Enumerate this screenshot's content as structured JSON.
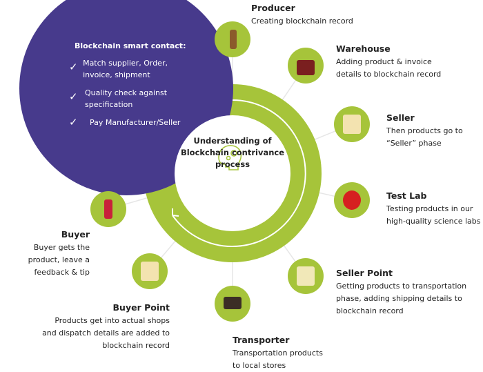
{
  "smart_contract": {
    "title": "Blockchain smart contact:",
    "items": [
      "Match supplier, Order, invoice, shipment",
      "Quality check against specification",
      "Pay Manufacturer/Seller"
    ]
  },
  "center": {
    "title": "Understanding of Blockchain contrivance process",
    "icon": "head-gears-icon"
  },
  "colors": {
    "purple": "#473a8c",
    "green": "#a6c43a"
  },
  "steps": [
    {
      "title": "Producer",
      "desc": "Creating blockchain record"
    },
    {
      "title": "Warehouse",
      "desc": "Adding product & invoice details to blockchain record"
    },
    {
      "title": "Seller",
      "desc": "Then products go to “Seller” phase"
    },
    {
      "title": "Test Lab",
      "desc": "Testing products in our high-quality science labs"
    },
    {
      "title": "Seller Point",
      "desc": "Getting products to transportation phase, adding shipping details to blockchain record"
    },
    {
      "title": "Transporter",
      "desc": "Transportation products to local stores"
    },
    {
      "title": "Buyer Point",
      "desc": "Products get into actual shops and dispatch details are added to blockchain record"
    },
    {
      "title": "Buyer",
      "desc": "Buyer gets the product, leave a feedback & tip"
    }
  ]
}
